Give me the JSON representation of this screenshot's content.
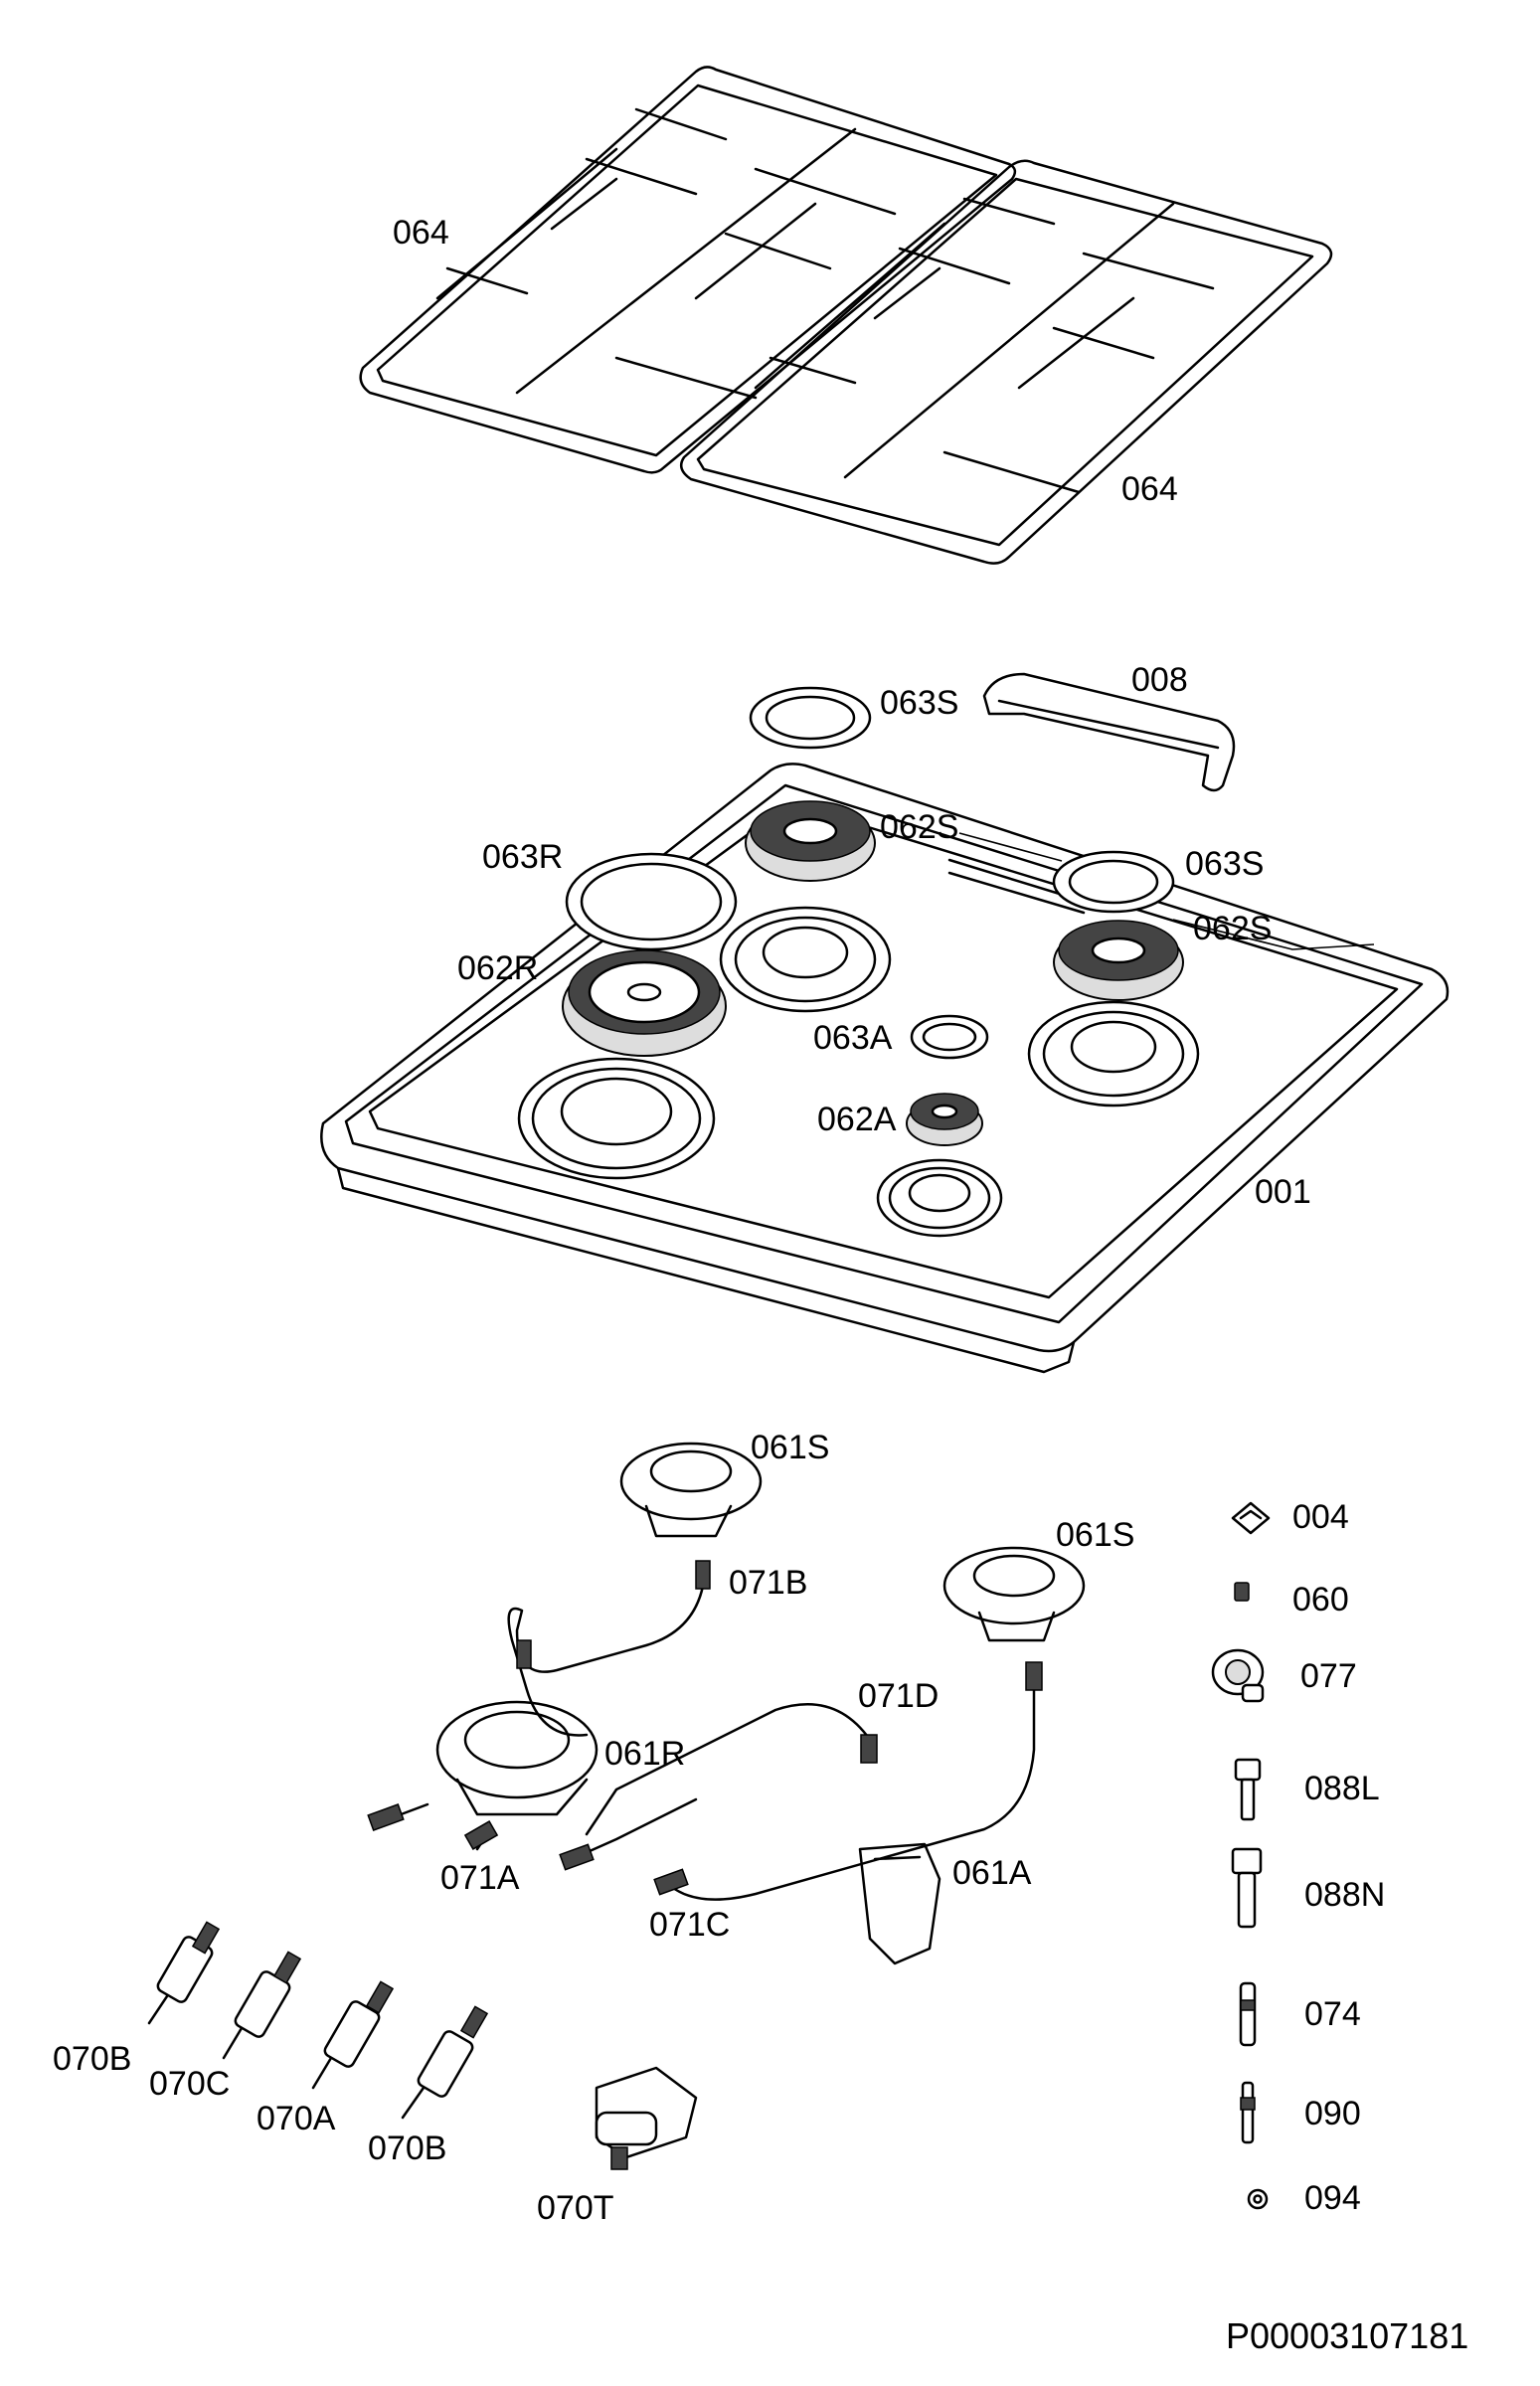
{
  "labels": {
    "grate_left": "064",
    "grate_right": "064",
    "cap_063s_top": "063S",
    "handle_008": "008",
    "head_062s_top": "062S",
    "cap_063r": "063R",
    "cap_063s_right": "063S",
    "head_062s_right": "062S",
    "head_062r": "062R",
    "cap_063a": "063A",
    "head_062a": "062A",
    "cooktop_001": "001",
    "burner_061s_top": "061S",
    "burner_061s_right": "061S",
    "part_004": "004",
    "part_060": "060",
    "part_077": "077",
    "part_088l": "088L",
    "part_088n": "088N",
    "part_074": "074",
    "part_090": "090",
    "part_094": "094",
    "pipe_071b": "071B",
    "pipe_071d": "071D",
    "burner_061r": "061R",
    "pipe_071a": "071A",
    "pipe_071c": "071C",
    "burner_061a": "061A",
    "valve_070b_1": "070B",
    "valve_070c": "070C",
    "valve_070a": "070A",
    "valve_070b_2": "070B",
    "valve_070t": "070T"
  },
  "document_code": "P00003107181"
}
